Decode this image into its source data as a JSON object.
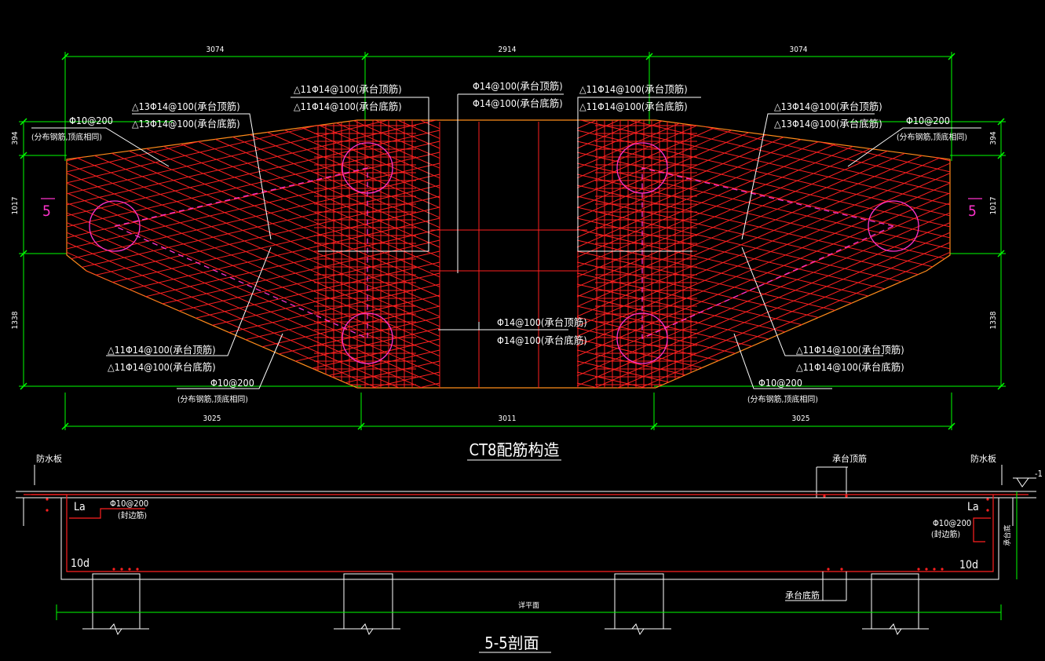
{
  "plan": {
    "top_dims": [
      "3074",
      "2914",
      "3074"
    ],
    "bottom_dims": [
      "3025",
      "3011",
      "3025"
    ],
    "left_dims": [
      "394",
      "1017",
      "1338"
    ],
    "right_dims": [
      "394",
      "1017",
      "1338"
    ],
    "section_mark": "5",
    "title": "CT8配筋构造",
    "labels": {
      "l_a1": "△13Φ14@100(承台顶筋)",
      "l_a2": "△13Φ14@100(承台底筋)",
      "l_b1": "Φ10@200",
      "l_b2": "(分布钢筋,顶底相同)",
      "l_c1": "△11Φ14@100(承台顶筋)",
      "l_c2": "△11Φ14@100(承台底筋)",
      "c_t1": "Φ14@100(承台顶筋)",
      "c_t2": "Φ14@100(承台底筋)",
      "c_b1": "Φ14@100(承台顶筋)",
      "c_b2": "Φ14@100(承台底筋)",
      "r_c1": "△11Φ14@100(承台顶筋)",
      "r_c2": "△11Φ14@100(承台底筋)",
      "r_a1": "△13Φ14@100(承台顶筋)",
      "r_a2": "△13Φ14@100(承台底筋)",
      "r_b1": "Φ10@200",
      "r_b2": "(分布钢筋,顶底相同)",
      "bl_1": "△11Φ14@100(承台顶筋)",
      "bl_2": "△11Φ14@100(承台底筋)",
      "bl_3": "Φ10@200",
      "bl_4": "(分布钢筋,顶底相同)",
      "br_1": "△11Φ14@100(承台顶筋)",
      "br_2": "△11Φ14@100(承台底筋)",
      "br_3": "Φ10@200",
      "br_4": "(分布钢筋,顶底相同)"
    }
  },
  "section": {
    "title": "5-5剖面",
    "waterproof_left": "防水板",
    "waterproof_right": "防水板",
    "top_bar": "承台顶筋",
    "bottom_bar": "承台底筋",
    "la": "La",
    "d10": "10d",
    "stirrup_1": "Φ10@200",
    "stirrup_2": "(封边筋)",
    "mid": "详平面",
    "elev": "-1",
    "right_vert": "承台底"
  },
  "colors": {
    "background": "#000000",
    "dimension": "#00ff00",
    "rebar": "#ff2020",
    "outline": "#ff8c1a",
    "pile": "#ff33cc",
    "text": "#ffffff"
  }
}
